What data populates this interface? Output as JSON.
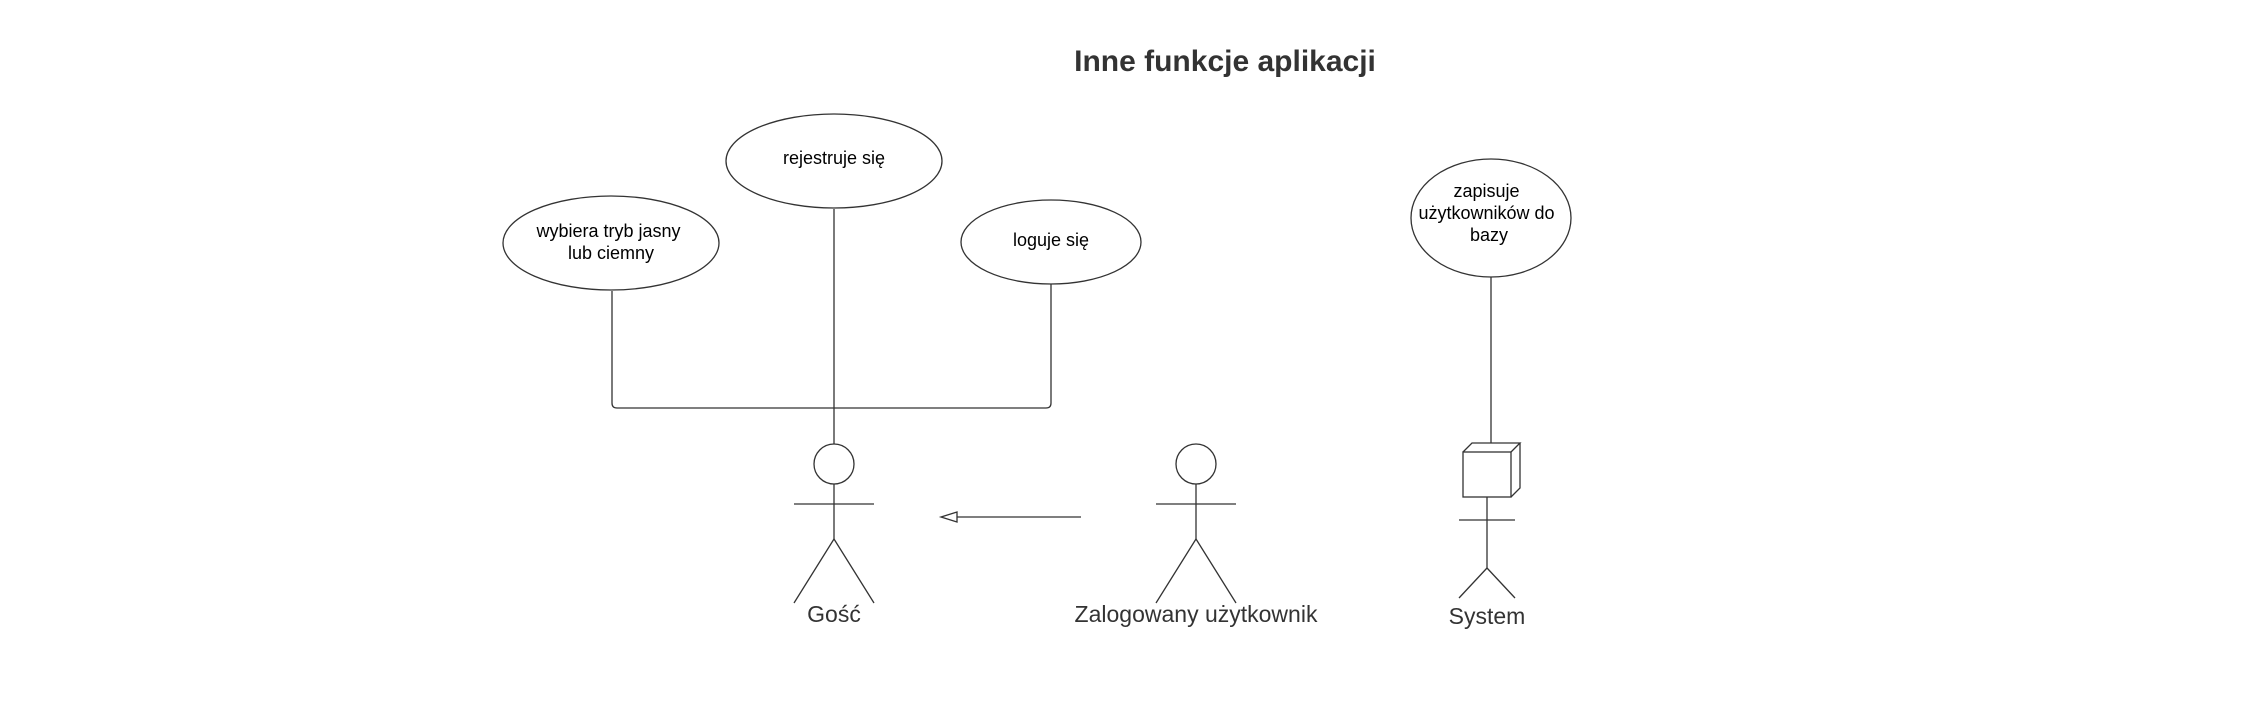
{
  "diagram": {
    "title": "Inne funkcje aplikacji",
    "use_cases": {
      "theme": {
        "lines": [
          "wybiera tryb jasny",
          "lub ciemny"
        ]
      },
      "register": {
        "lines": [
          "rejestruje się"
        ]
      },
      "login": {
        "lines": [
          "loguje się"
        ]
      },
      "save_users": {
        "lines": [
          "zapisuje",
          "użytkowników do",
          "bazy"
        ]
      }
    },
    "actors": {
      "guest": {
        "label": "Gość"
      },
      "logged_user": {
        "label": "Zalogowany użytkownik"
      },
      "system": {
        "label": "System"
      }
    },
    "colors": {
      "stroke": "#333333",
      "text": "#000000",
      "title": "#333333",
      "background": "#ffffff"
    }
  }
}
